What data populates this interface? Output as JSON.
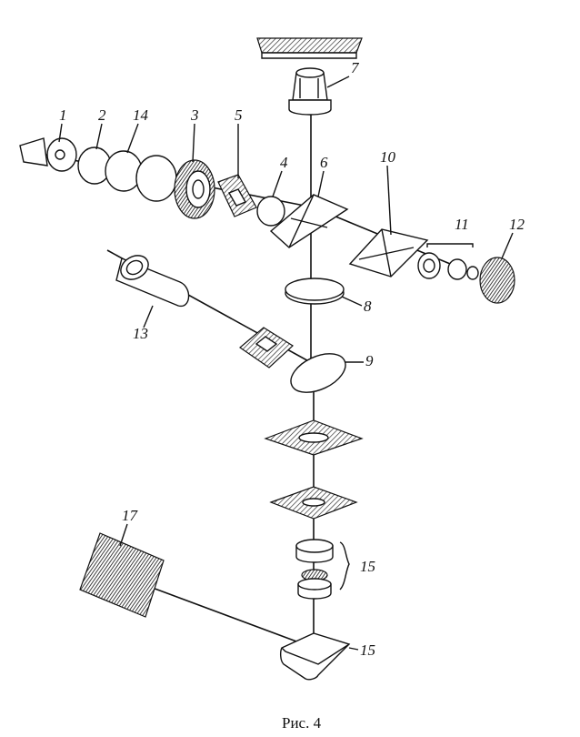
{
  "labels": {
    "l1": "1",
    "l2": "2",
    "l14": "14",
    "l3": "3",
    "l5": "5",
    "l4": "4",
    "l6": "6",
    "l7": "7",
    "l10": "10",
    "l11": "11",
    "l12": "12",
    "l13": "13",
    "l8": "8",
    "l9": "9",
    "l15a": "15",
    "l15b": "15",
    "l17": "17"
  },
  "caption": "Рис. 4"
}
